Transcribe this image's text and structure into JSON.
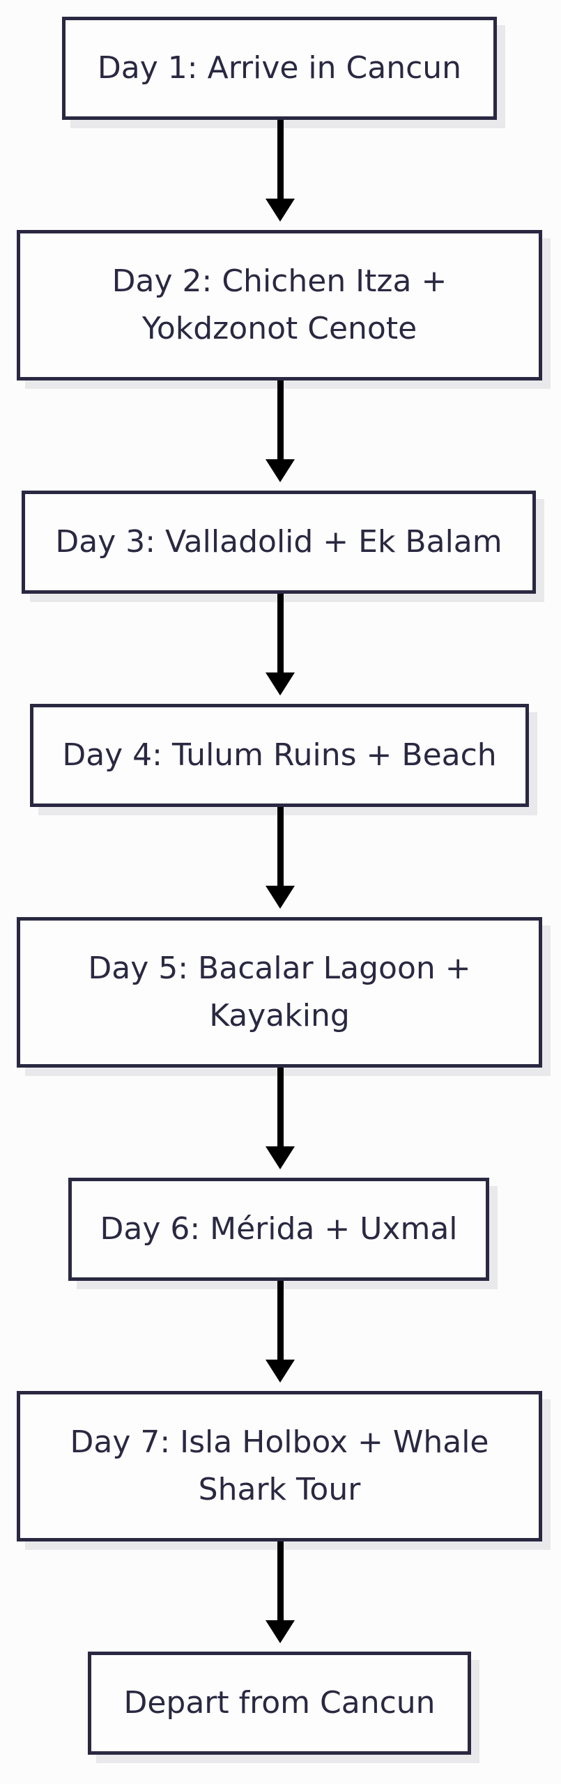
{
  "steps": [
    "Day 1: Arrive in Cancun",
    "Day 2: Chichen Itza + Yokdzonot Cenote",
    "Day 3: Valladolid + Ek Balam",
    "Day 4: Tulum Ruins + Beach",
    "Day 5: Bacalar Lagoon + Kayaking",
    "Day 6: Mérida + Uxmal",
    "Day 7: Isla Holbox + Whale Shark Tour",
    "Depart from Cancun"
  ],
  "colors": {
    "node_border": "#2a2841",
    "node_text": "#2a2841",
    "node_fill": "#fdfdfd",
    "node_shadow": "#e9e9ec",
    "arrow": "#000000",
    "background": "#fcfcfc"
  }
}
